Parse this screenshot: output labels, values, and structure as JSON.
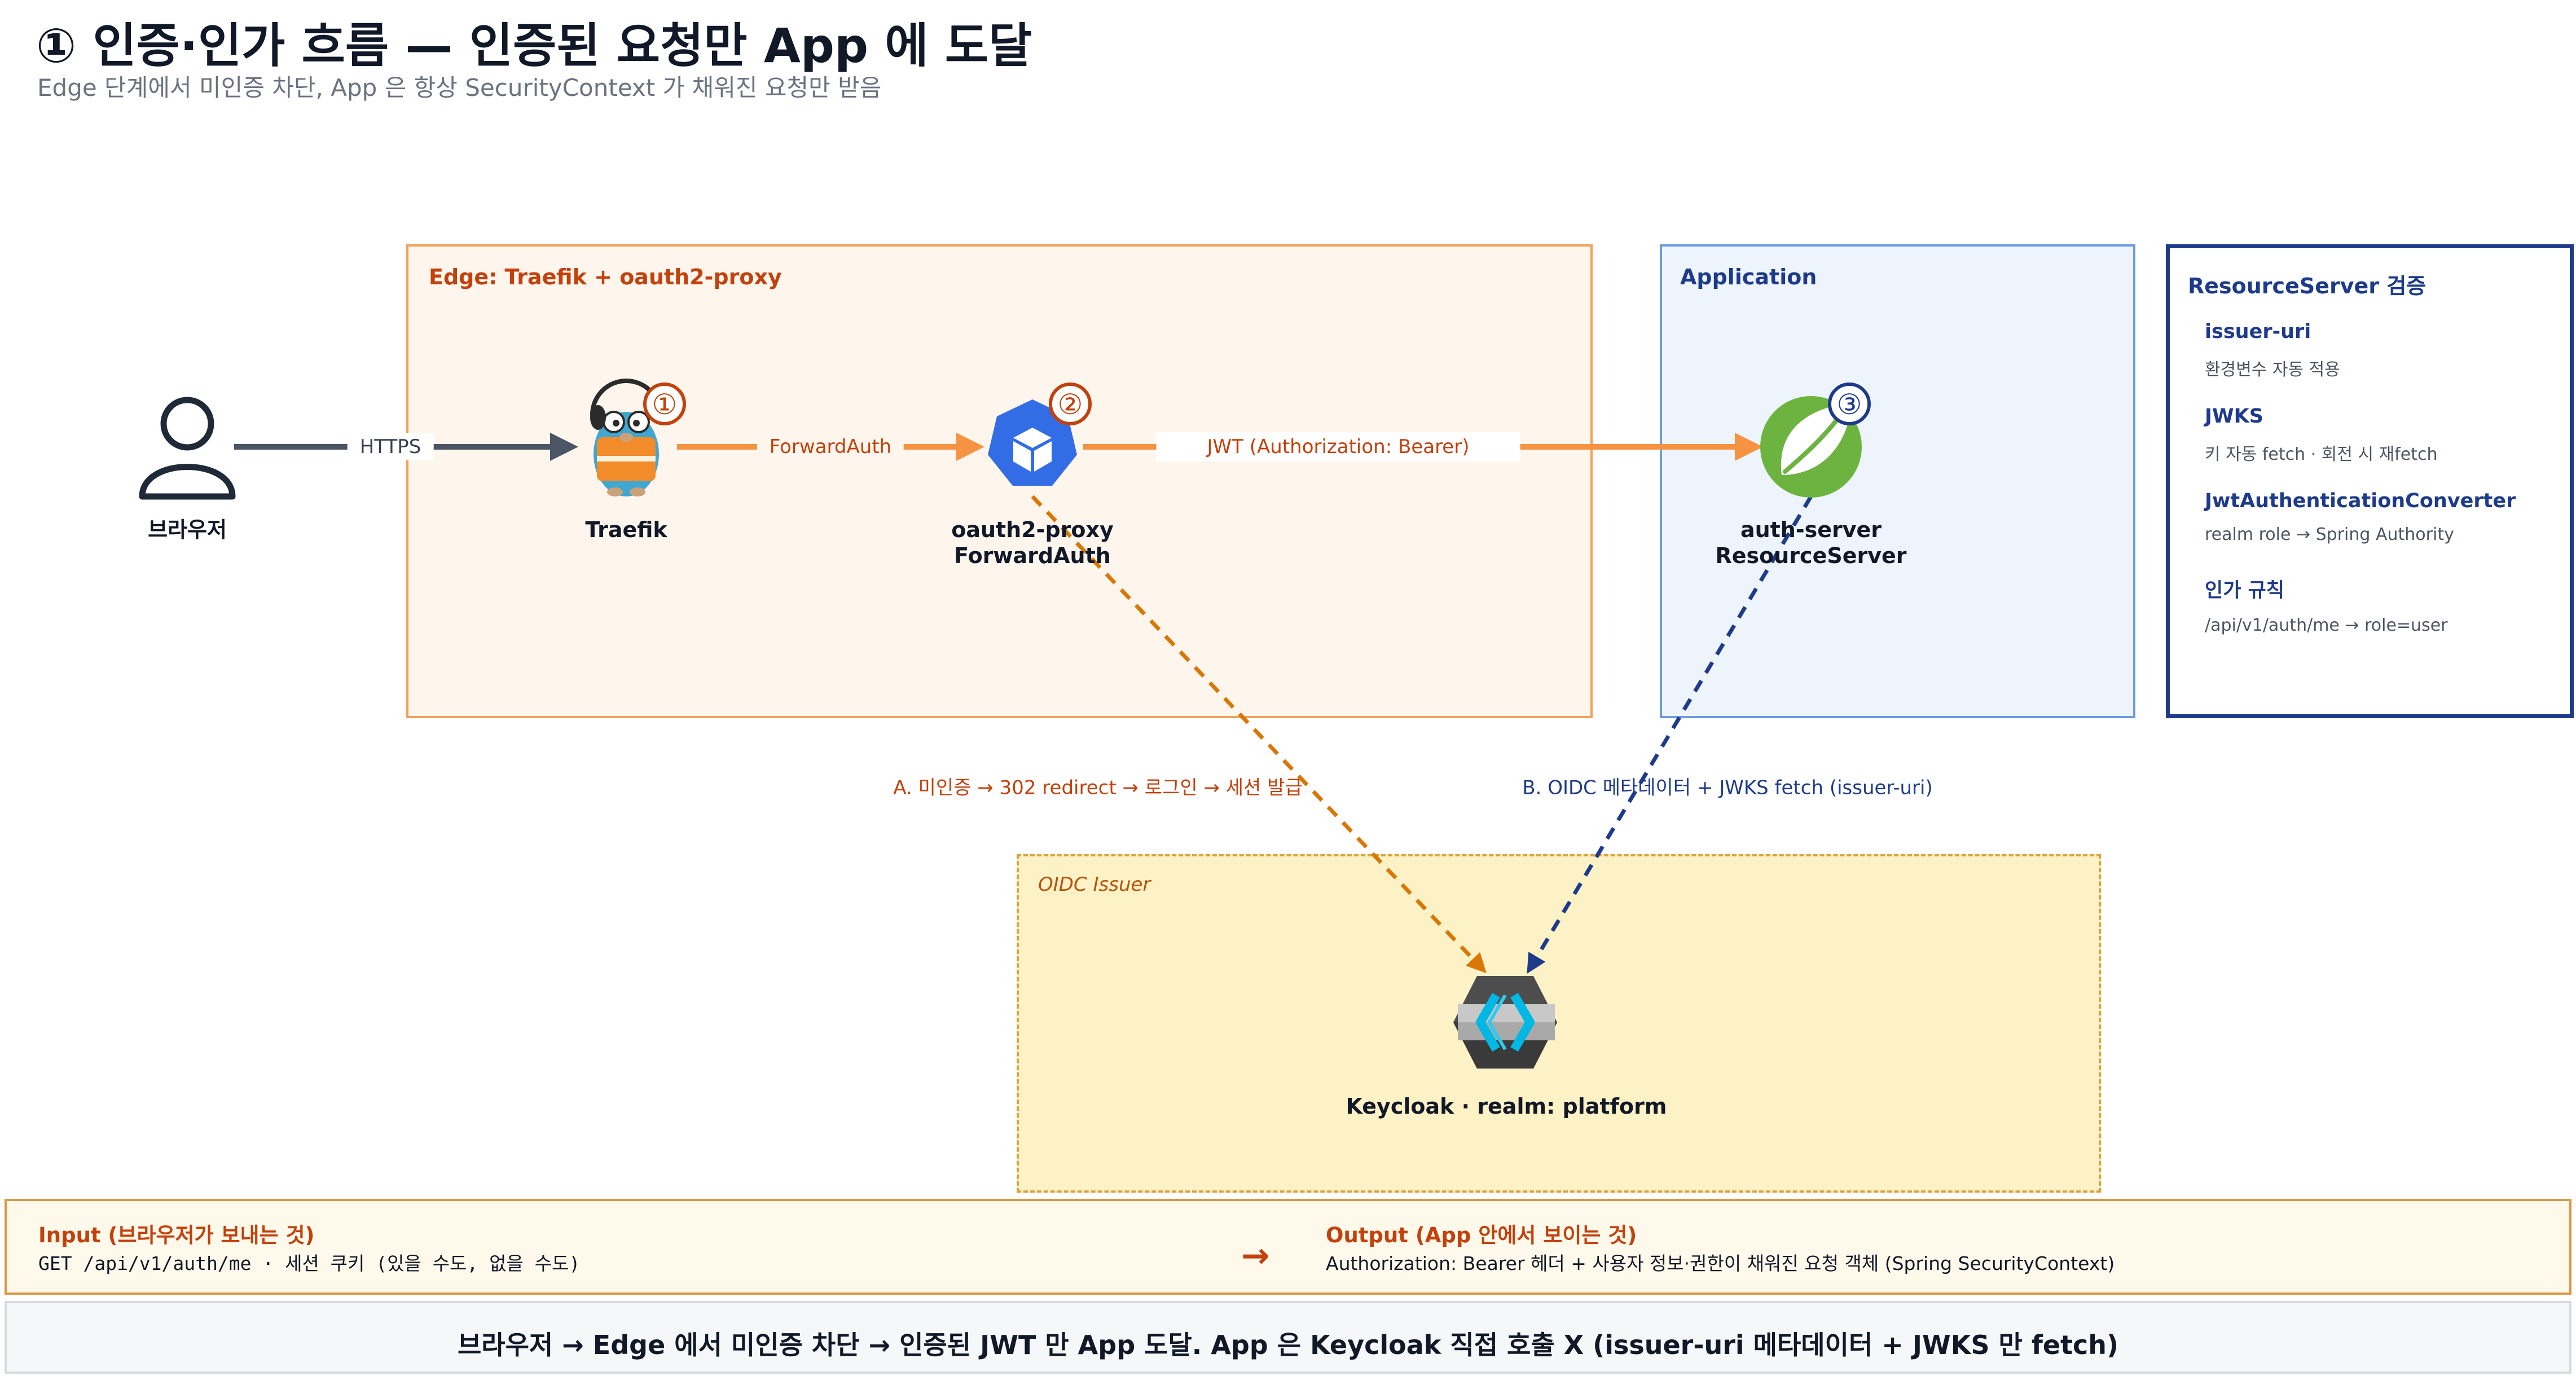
{
  "header": {
    "title": "① 인증·인가 흐름 — 인증된 요청만 App 에 도달",
    "subtitle": "Edge 단계에서 미인증 차단, App 은 항상 SecurityContext 가 채워진 요청만 받음"
  },
  "panels": {
    "edge": "Edge: Traefik + oauth2-proxy",
    "application": "Application",
    "resource_server": "ResourceServer 검증",
    "oidc": "OIDC Issuer"
  },
  "nodes": {
    "browser": "브라우저",
    "traefik": "Traefik",
    "oauth2_proxy": [
      "oauth2-proxy",
      "ForwardAuth"
    ],
    "auth_server": [
      "auth-server",
      "ResourceServer"
    ],
    "keycloak": "Keycloak · realm: platform"
  },
  "badges": [
    "①",
    "②",
    "③"
  ],
  "edges": {
    "https": "HTTPS",
    "forwardauth": "ForwardAuth",
    "jwt": "JWT (Authorization: Bearer)",
    "a": "A. 미인증 → 302 redirect → 로그인 → 세션 발급",
    "b": "B. OIDC 메타데이터 + JWKS fetch (issuer-uri)"
  },
  "resource_server": {
    "items": [
      {
        "label": "issuer-uri",
        "desc": "환경변수 자동 적용"
      },
      {
        "label": "JWKS",
        "desc": "키 자동 fetch · 회전 시 재fetch"
      },
      {
        "label": "JwtAuthenticationConverter",
        "desc": "realm role → Spring Authority"
      },
      {
        "label": "인가 규칙",
        "desc": "/api/v1/auth/me → role=user"
      }
    ]
  },
  "io": {
    "input_title": "Input (브라우저가 보내는 것)",
    "input_value": "GET /api/v1/auth/me · 세션 쿠키 (있을 수도, 없을 수도)",
    "arrow": "→",
    "output_title": "Output (App 안에서 보이는 것)",
    "output_value": "Authorization: Bearer 헤더 + 사용자 정보·권한이 채워진 요청 객체 (Spring SecurityContext)"
  },
  "summary": "브라우저 → Edge 에서 미인증 차단 → 인증된 JWT 만 App 도달. App 은 Keycloak 직접 호출 X (issuer-uri 메타데이터 + JWKS 만 fetch)",
  "colors": {
    "edge_accent": "#c2410c",
    "edge_arrow": "#f59342",
    "app_accent": "#1e3a8a",
    "oidc_fill": "#fdf1c6",
    "spring_green": "#6db33f",
    "oauth_blue": "#326de6"
  },
  "icons": {
    "browser": "person-icon",
    "traefik": "traefik-gopher-icon",
    "oauth2_proxy": "kubernetes-cube-icon",
    "auth_server": "spring-leaf-icon",
    "keycloak": "keycloak-icon"
  }
}
